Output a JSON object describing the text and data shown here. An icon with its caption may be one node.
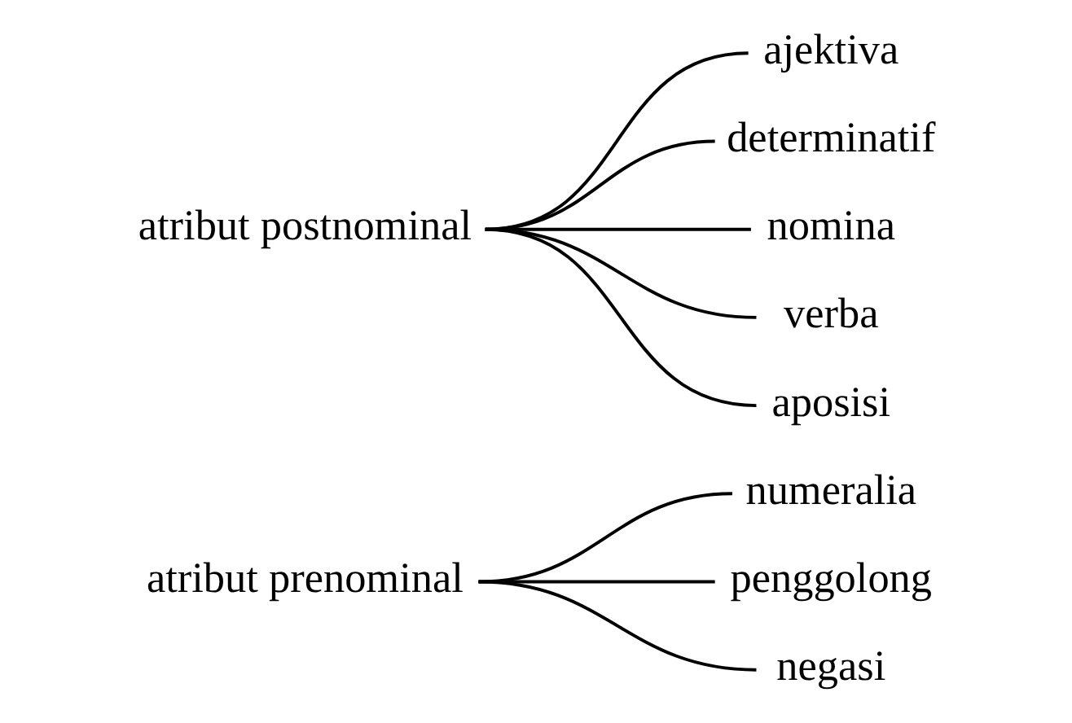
{
  "diagram": {
    "nodes": [
      {
        "text": [
          "atribut prenominal"
        ]
      },
      {
        "text": [
          "numeralia"
        ]
      },
      {
        "text": [
          "penggolong"
        ]
      },
      {
        "text": [
          "negasi"
        ]
      },
      {
        "text": [
          "atribut postnominal"
        ]
      },
      {
        "text": [
          "ajektiva"
        ]
      },
      {
        "text": [
          "determinatif"
        ]
      },
      {
        "text": [
          "nomina"
        ]
      },
      {
        "text": [
          "verba"
        ]
      },
      {
        "text": [
          "aposisi"
        ]
      }
    ],
    "edges": [
      {
        "from": 0,
        "to": 1,
        "arrow": "none"
      },
      {
        "from": 0,
        "to": 2,
        "arrow": "none"
      },
      {
        "from": 0,
        "to": 3,
        "arrow": "none"
      },
      {
        "from": 4,
        "to": 5,
        "arrow": "none"
      },
      {
        "from": 4,
        "to": 6,
        "arrow": "none"
      },
      {
        "from": 4,
        "to": 7,
        "arrow": "none"
      },
      {
        "from": 4,
        "to": 8,
        "arrow": "none"
      },
      {
        "from": 4,
        "to": 9,
        "arrow": "none"
      }
    ]
  }
}
